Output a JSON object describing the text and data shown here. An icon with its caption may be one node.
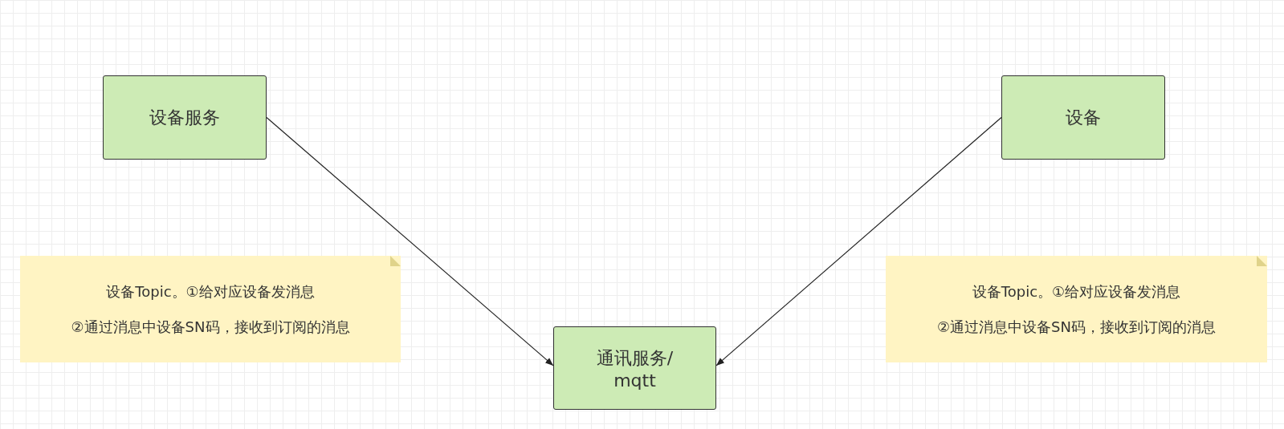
{
  "diagram": {
    "nodes": [
      {
        "text": [
          "设备服务"
        ]
      },
      {
        "text": [
          "设备"
        ]
      },
      {
        "text": [
          "通讯服务/mqtt"
        ]
      },
      {
        "text": [
          "设备Topic。①给对应设备发消息",
          "②通过消息中设备SN码，接收到订阅的消息"
        ]
      },
      {
        "text": [
          "设备Topic。①给对应设备发消息",
          "②通过消息中设备SN码，接收到订阅的消息"
        ]
      }
    ],
    "edges": [
      {
        "from": 0,
        "to": 2,
        "arrow": "to"
      },
      {
        "from": 1,
        "to": 2,
        "arrow": "to"
      }
    ]
  }
}
